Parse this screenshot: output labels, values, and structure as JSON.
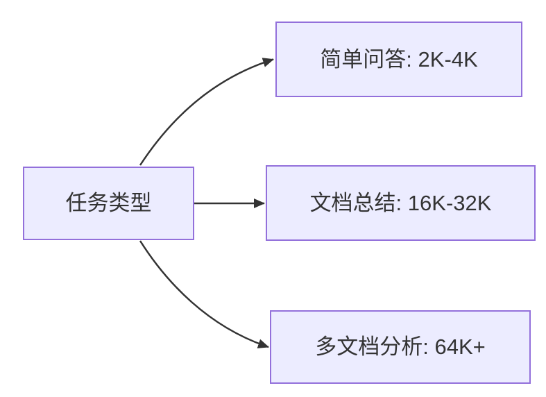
{
  "diagram": {
    "type": "flowchart-LR",
    "root": {
      "label": "任务类型"
    },
    "branches": [
      {
        "label": "简单问答: 2K-4K"
      },
      {
        "label": "文档总结: 16K-32K"
      },
      {
        "label": "多文档分析: 64K+"
      }
    ],
    "edges": [
      {
        "from": "任务类型",
        "to": "简单问答: 2K-4K"
      },
      {
        "from": "任务类型",
        "to": "文档总结: 16K-32K"
      },
      {
        "from": "任务类型",
        "to": "多文档分析: 64K+"
      }
    ]
  },
  "colors": {
    "node_fill": "#ECECFF",
    "node_border": "#9370DB",
    "edge": "#333333",
    "text": "#333333",
    "canvas_bg": "#FFFFFF"
  }
}
